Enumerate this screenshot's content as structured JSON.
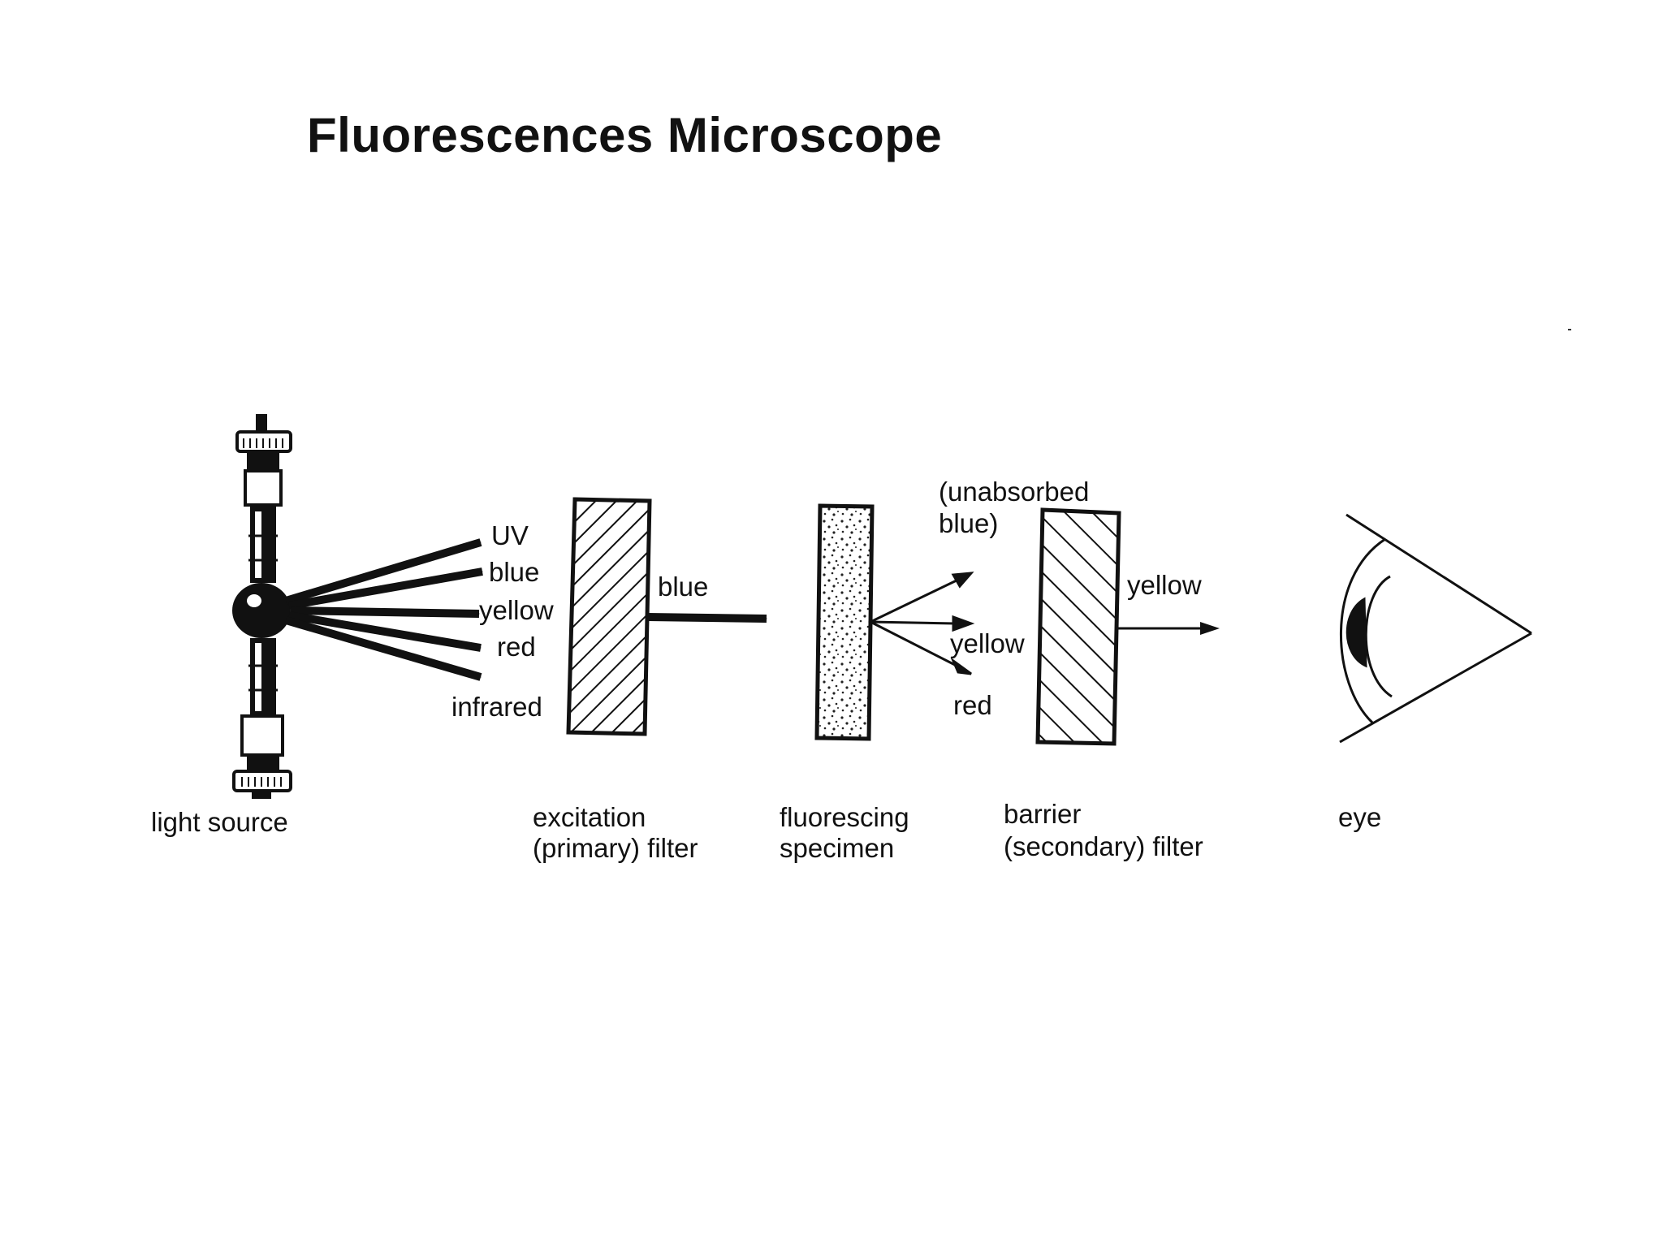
{
  "title": "Fluorescences Microscope",
  "diagram": {
    "spectrum_labels": [
      "UV",
      "blue",
      "yellow",
      "red",
      "infrared"
    ],
    "transmitted_label": "blue",
    "emission_labels": {
      "unabsorbed_line1": "(unabsorbed",
      "unabsorbed_line2": "blue)",
      "yellow": "yellow",
      "red": "red"
    },
    "output_label": "yellow",
    "captions": {
      "light_source": "light source",
      "excitation_line1": "excitation",
      "excitation_line2": "(primary) filter",
      "specimen_line1": "fluorescing",
      "specimen_line2": "specimen",
      "barrier_line1": "barrier",
      "barrier_line2": "(secondary) filter",
      "eye": "eye"
    }
  }
}
